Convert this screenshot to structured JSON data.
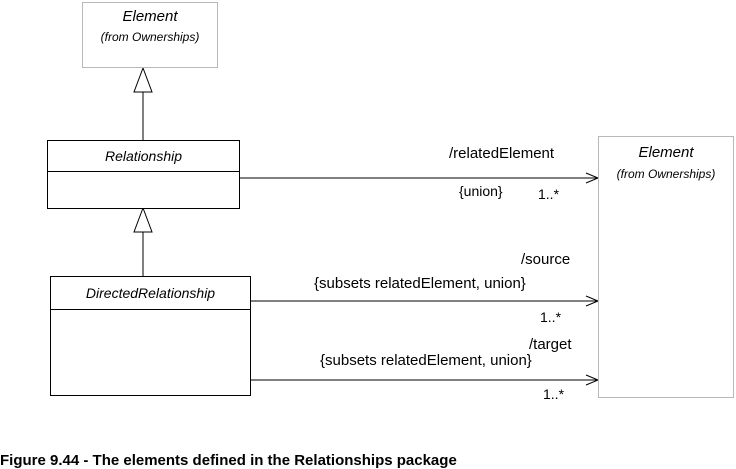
{
  "classes": {
    "element_top": {
      "name": "Element",
      "origin": "(from Ownerships)"
    },
    "relationship": {
      "name": "Relationship"
    },
    "directed_relationship": {
      "name": "DirectedRelationship"
    },
    "element_right": {
      "name": "Element",
      "origin": "(from Ownerships)"
    }
  },
  "associations": {
    "related_element": {
      "role": "/relatedElement",
      "constraint": "{union}",
      "multiplicity": "1..*"
    },
    "source": {
      "role": "/source",
      "constraint": "{subsets relatedElement, union}",
      "multiplicity": "1..*"
    },
    "target": {
      "role": "/target",
      "constraint": "{subsets relatedElement, union}",
      "multiplicity": "1..*"
    }
  },
  "caption": "Figure 9.44 - The elements defined in the Relationships package"
}
